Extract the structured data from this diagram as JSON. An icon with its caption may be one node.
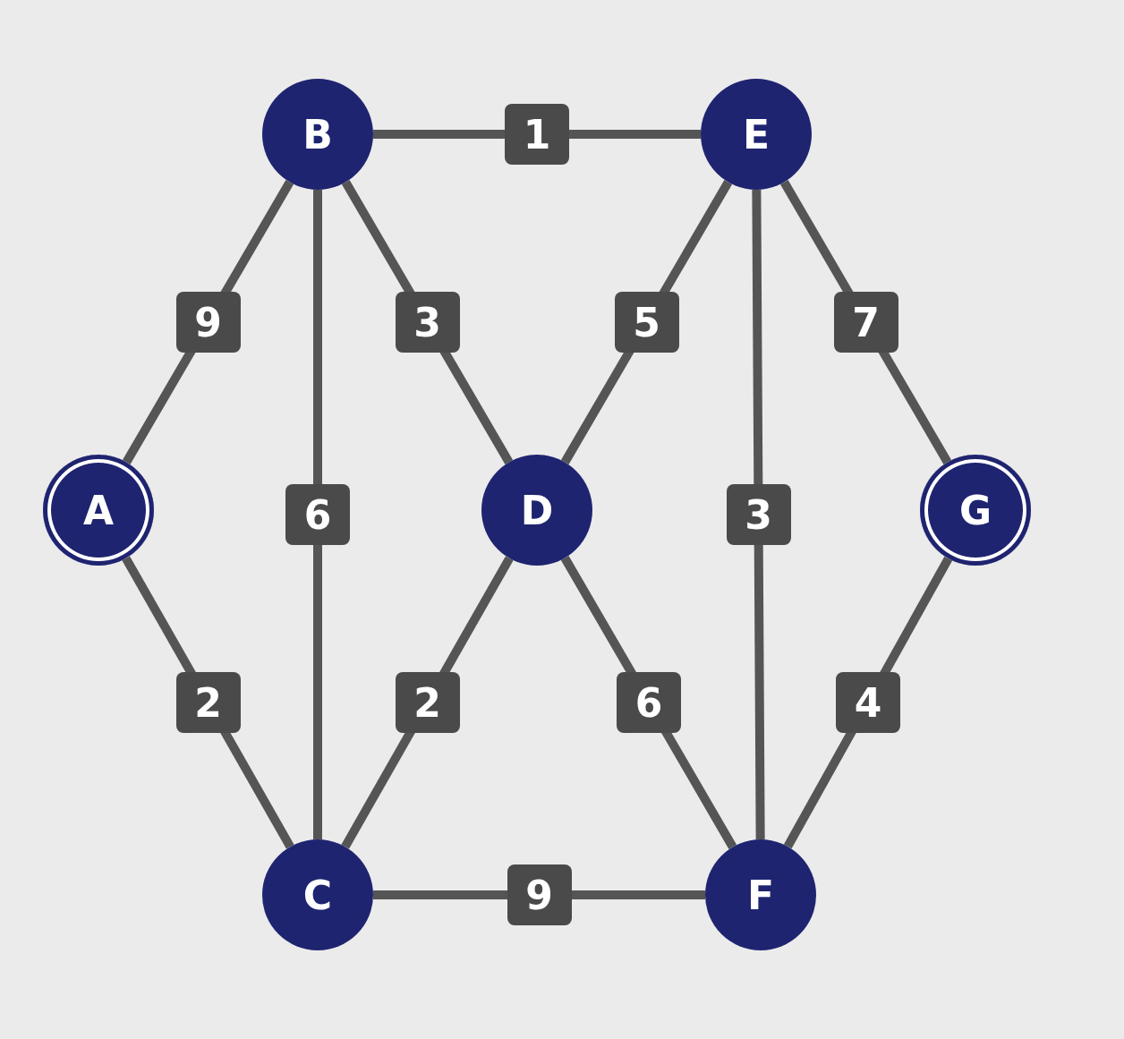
{
  "diagram": {
    "nodes": [
      {
        "text": [
          "B"
        ]
      },
      {
        "text": [
          "E"
        ]
      },
      {
        "text": [
          "A"
        ]
      },
      {
        "text": [
          "D"
        ]
      },
      {
        "text": [
          "G"
        ]
      },
      {
        "text": [
          "C"
        ]
      },
      {
        "text": [
          "F"
        ]
      }
    ],
    "edges": [
      {
        "from": 0,
        "to": 1,
        "arrow": "none",
        "label": "1"
      },
      {
        "from": 0,
        "to": 2,
        "arrow": "none",
        "label": "9"
      },
      {
        "from": 0,
        "to": 5,
        "arrow": "none",
        "label": "6"
      },
      {
        "from": 0,
        "to": 3,
        "arrow": "none",
        "label": "3"
      },
      {
        "from": 1,
        "to": 3,
        "arrow": "none",
        "label": "5"
      },
      {
        "from": 1,
        "to": 6,
        "arrow": "none",
        "label": "3"
      },
      {
        "from": 1,
        "to": 4,
        "arrow": "none",
        "label": "7"
      },
      {
        "from": 2,
        "to": 5,
        "arrow": "none",
        "label": "2"
      },
      {
        "from": 3,
        "to": 5,
        "arrow": "none",
        "label": "2"
      },
      {
        "from": 3,
        "to": 6,
        "arrow": "none",
        "label": "6"
      },
      {
        "from": 4,
        "to": 6,
        "arrow": "none",
        "label": "4"
      },
      {
        "from": 5,
        "to": 6,
        "arrow": "none",
        "label": "9"
      }
    ]
  }
}
